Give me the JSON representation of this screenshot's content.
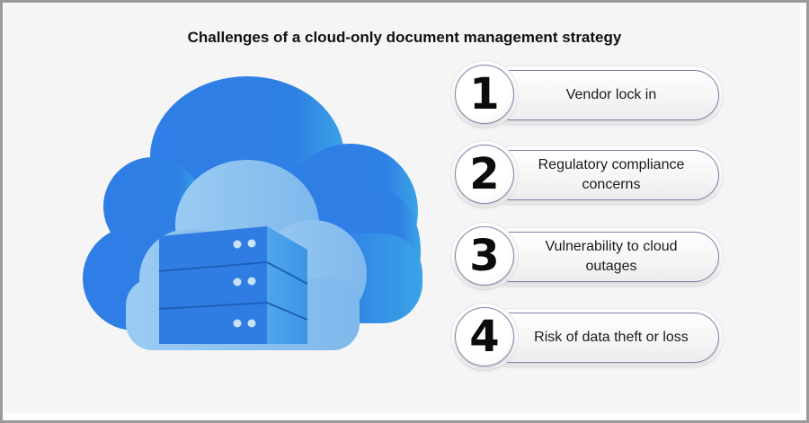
{
  "title": "Challenges of a cloud-only document management strategy",
  "illustration": {
    "icon": "cloud-server-icon",
    "colors": {
      "cloud_back": "#2f7fe6",
      "cloud_back_edge": "#3aa2e8",
      "cloud_front": "#8fc4ef",
      "server_front": "#2f7de3",
      "server_side": "#4aa3ea",
      "server_led": "#c9e2f8"
    }
  },
  "items": [
    {
      "number": "1",
      "text": "Vendor lock in"
    },
    {
      "number": "2",
      "text": "Regulatory compliance concerns"
    },
    {
      "number": "3",
      "text": "Vulnerability to cloud outages"
    },
    {
      "number": "4",
      "text": "Risk of data theft or loss"
    }
  ],
  "colors": {
    "background": "#f5f5f6",
    "outline": "#8c7fa9",
    "text": "#1b1b1b"
  }
}
